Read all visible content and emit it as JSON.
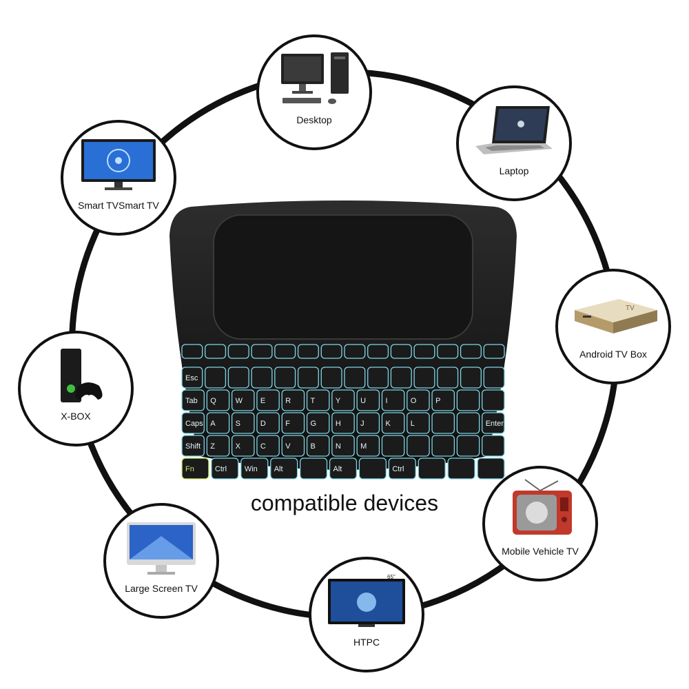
{
  "caption": "compatible devices",
  "devices": [
    {
      "id": "desktop",
      "label": "Desktop",
      "icon": "desktop-computer-icon"
    },
    {
      "id": "laptop",
      "label": "Laptop",
      "icon": "laptop-icon"
    },
    {
      "id": "android-tv-box",
      "label": "Android TV Box",
      "icon": "tv-box-icon"
    },
    {
      "id": "mobile-vehicle-tv",
      "label": "Mobile Vehicle TV",
      "icon": "retro-tv-icon"
    },
    {
      "id": "htpc",
      "label": "HTPC",
      "icon": "flat-tv-icon"
    },
    {
      "id": "large-screen-tv",
      "label": "Large Screen TV",
      "icon": "monitor-icon"
    },
    {
      "id": "xbox",
      "label": "X-BOX",
      "icon": "game-console-icon"
    },
    {
      "id": "smart-tv",
      "label": "Smart TVSmart TV",
      "icon": "smart-tv-icon"
    }
  ],
  "keyboard": {
    "icon": "mini-keyboard-touchpad-icon",
    "rows": [
      [
        "",
        "",
        "",
        "",
        "",
        "",
        "",
        "",
        "",
        "",
        "",
        "",
        "",
        ""
      ],
      [
        "Esc",
        "",
        "",
        "",
        "",
        "",
        "",
        "",
        "",
        "",
        "",
        "",
        "",
        ""
      ],
      [
        "Tab",
        "Q",
        "W",
        "E",
        "R",
        "T",
        "Y",
        "U",
        "I",
        "O",
        "P",
        "",
        ""
      ],
      [
        "Caps",
        "A",
        "S",
        "D",
        "F",
        "G",
        "H",
        "J",
        "K",
        "L",
        "",
        "",
        "Enter"
      ],
      [
        "Shift",
        "Z",
        "X",
        "C",
        "V",
        "B",
        "N",
        "M",
        "",
        "",
        "",
        "",
        ""
      ],
      [
        "Fn",
        "Ctrl",
        "Win",
        "Alt",
        "",
        "Alt",
        "",
        "Ctrl",
        "",
        "",
        ""
      ]
    ]
  },
  "colors": {
    "ring": "#111111",
    "keyboard_body": "#1a1a1a",
    "key_glow": "#7fd6e6",
    "fn_key": "#c9e86a"
  }
}
